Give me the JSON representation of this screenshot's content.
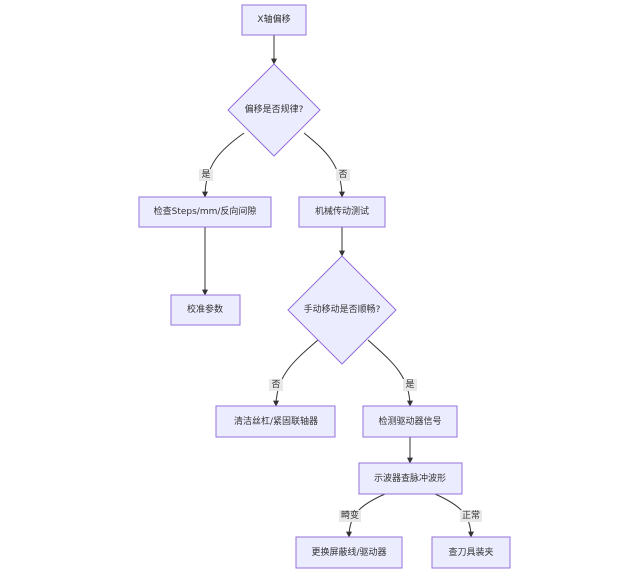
{
  "nodes": {
    "x_offset": "X轴偏移",
    "offset_regular": "偏移是否规律?",
    "check_steps": "检查Steps/mm/反向间隙",
    "mech_test": "机械传动测试",
    "calibrate": "校准参数",
    "manual_smooth": "手动移动是否顺畅?",
    "clean_screw": "清洁丝杠/紧固联轴器",
    "check_driver_signal": "检测驱动器信号",
    "scope_pulse": "示波器查脉冲波形",
    "replace_cable": "更换屏蔽线/驱动器",
    "check_tool_clamp": "查刀具装夹"
  },
  "edges": {
    "yes_1": "是",
    "no_1": "否",
    "no_2": "否",
    "yes_2": "是",
    "distorted": "畸变",
    "normal": "正常"
  }
}
